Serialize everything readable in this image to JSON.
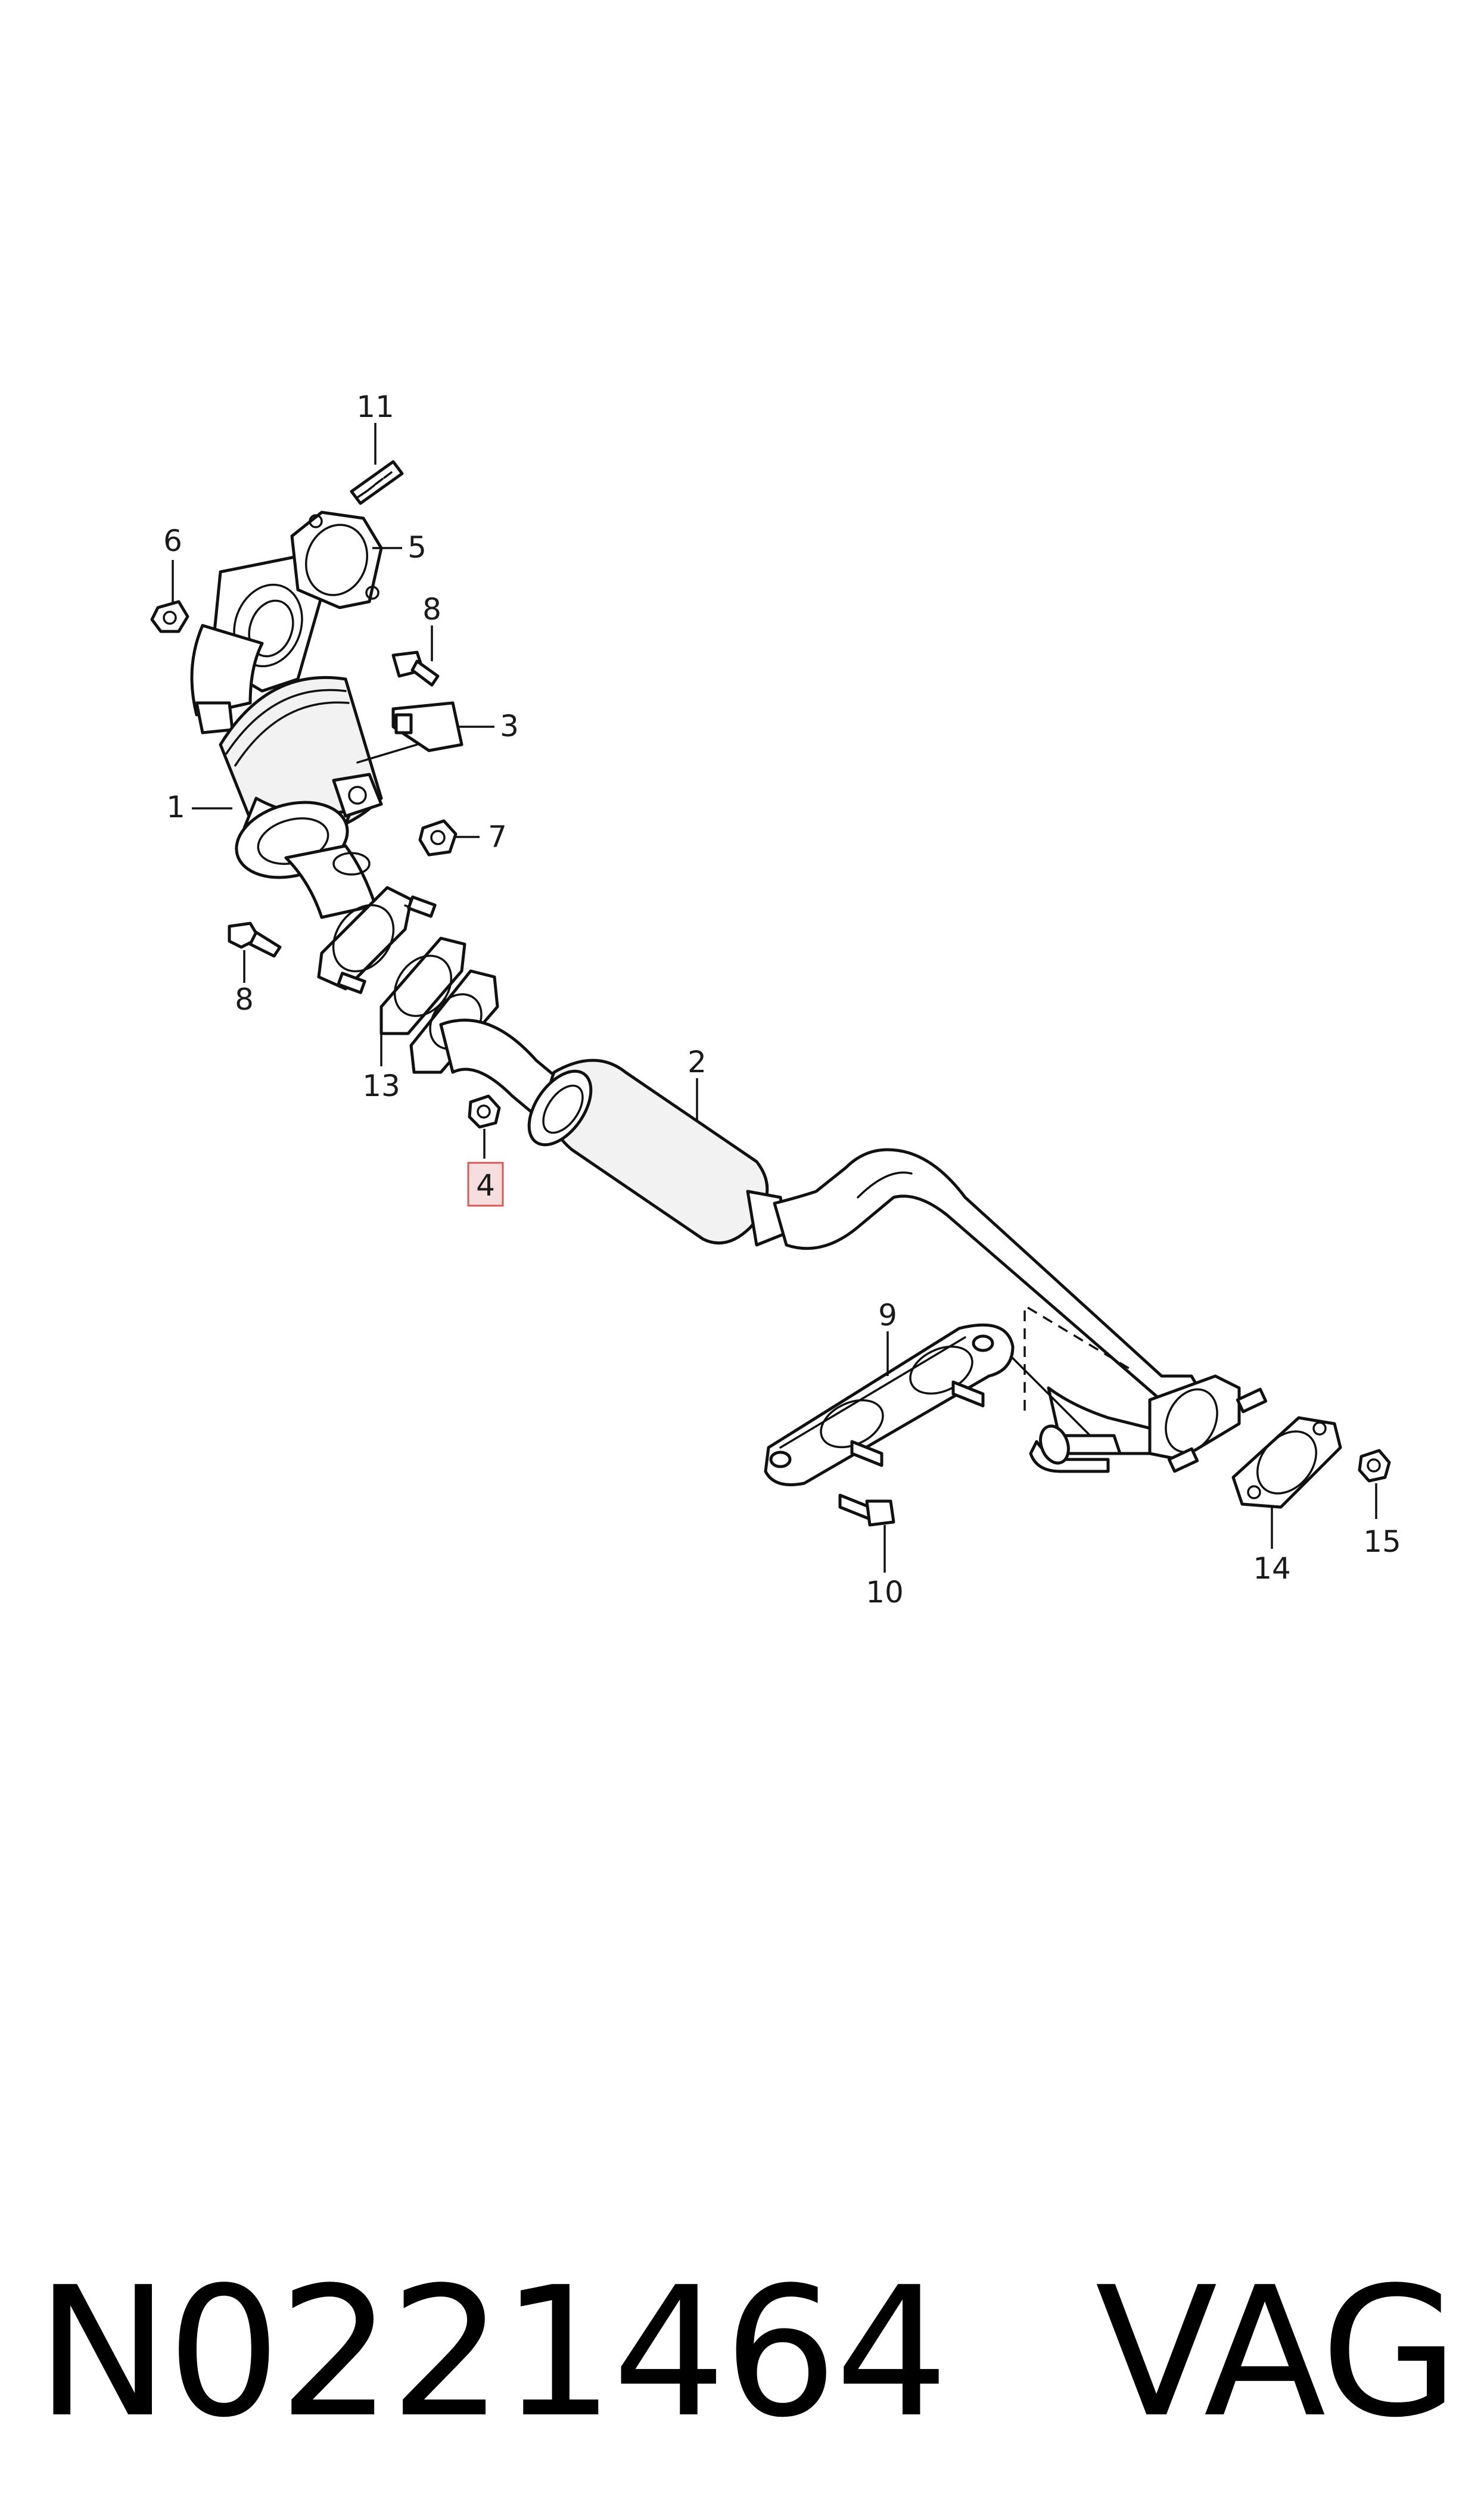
{
  "callouts": [
    {
      "label": "1"
    },
    {
      "label": "2"
    },
    {
      "label": "3"
    },
    {
      "label": "4"
    },
    {
      "label": "5"
    },
    {
      "label": "6"
    },
    {
      "label": "7"
    },
    {
      "label": "8"
    },
    {
      "label": "8"
    },
    {
      "label": "9"
    },
    {
      "label": "10"
    },
    {
      "label": "11"
    },
    {
      "label": "13"
    },
    {
      "label": "14"
    },
    {
      "label": "15"
    }
  ],
  "highlighted_callout": "4",
  "highlight_color": "#d65a5a",
  "footer": {
    "part_number": "N0221464",
    "brand": "VAG"
  }
}
